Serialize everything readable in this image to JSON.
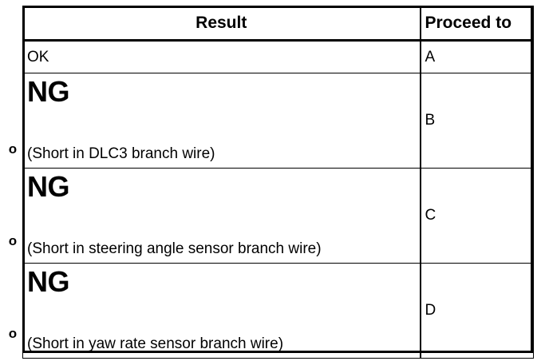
{
  "table": {
    "columns": [
      {
        "key": "result",
        "header": "Result"
      },
      {
        "key": "proceed",
        "header": "Proceed to"
      }
    ],
    "rows": [
      {
        "marker": "",
        "result_main": "OK",
        "result_note": "",
        "proceed": "A"
      },
      {
        "marker": "o",
        "result_main": "NG",
        "result_note": "(Short in DLC3 branch wire)",
        "proceed": "B"
      },
      {
        "marker": "o",
        "result_main": "NG",
        "result_note": "(Short in steering angle sensor branch wire)",
        "proceed": "C"
      },
      {
        "marker": "o",
        "result_main": "NG",
        "result_note": "(Short in yaw rate sensor branch wire)",
        "proceed": "D"
      }
    ]
  },
  "colors": {
    "border": "#000000",
    "text": "#000000",
    "background": "#ffffff"
  }
}
